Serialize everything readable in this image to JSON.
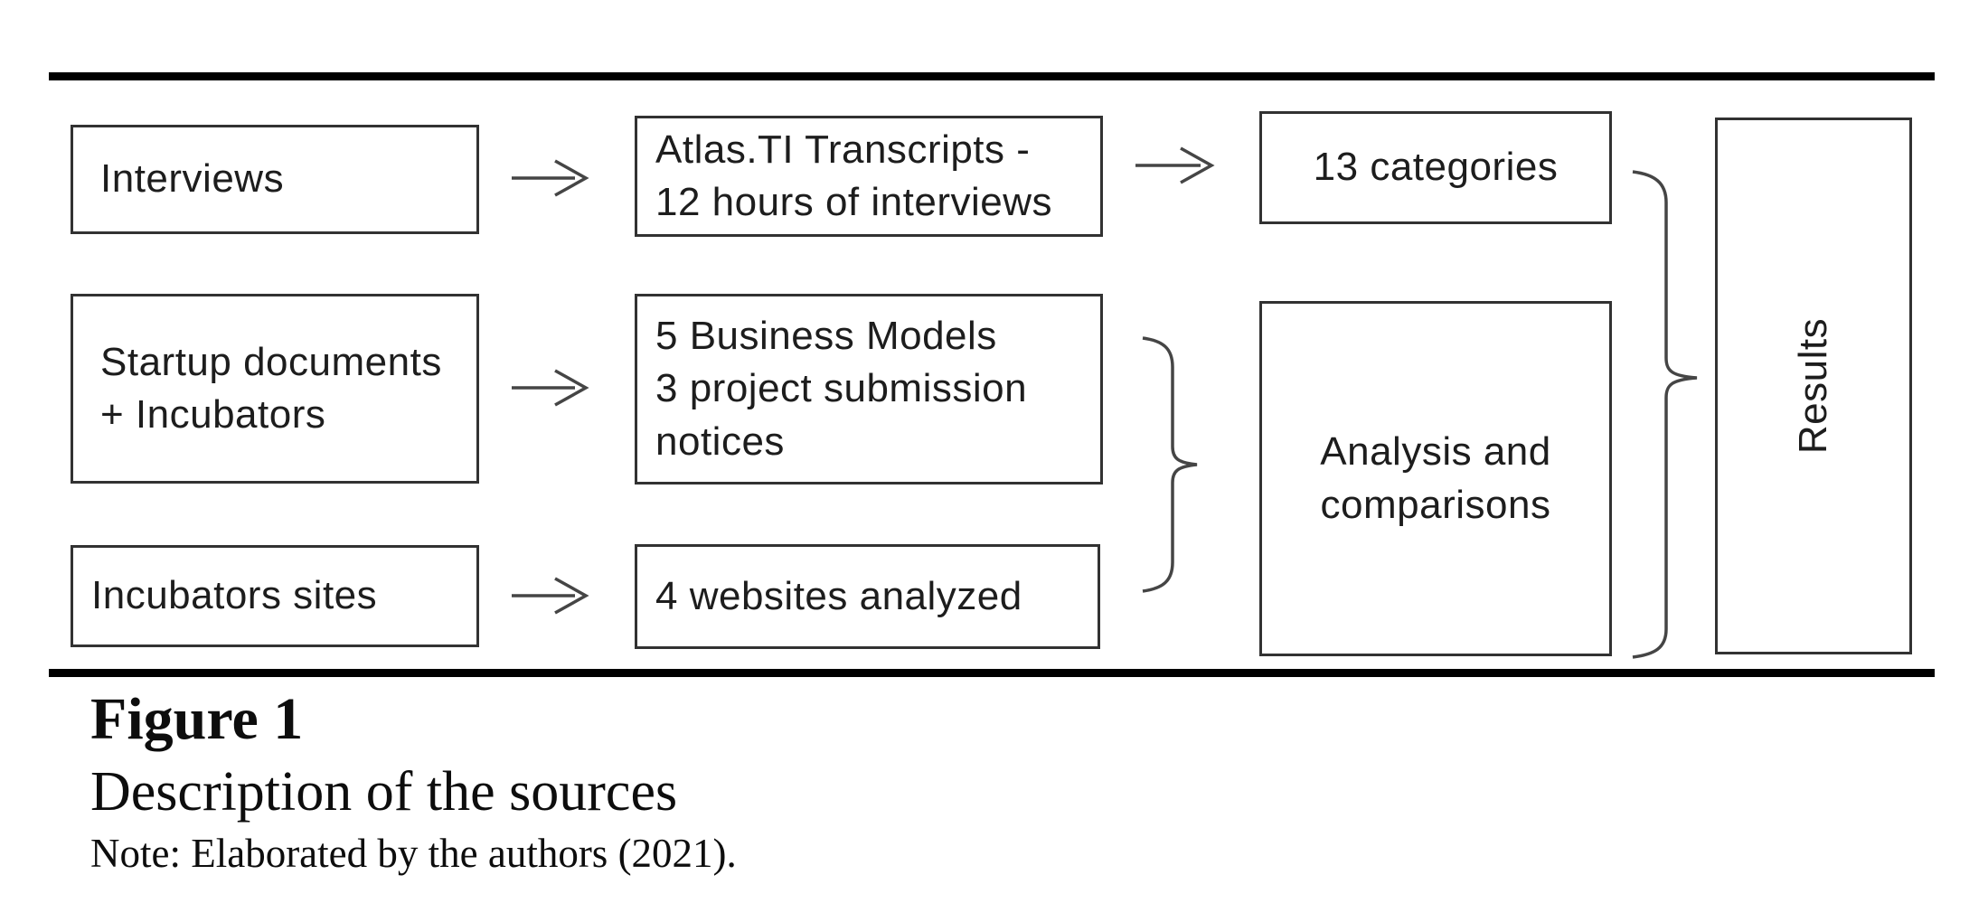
{
  "caption": {
    "label": "Figure 1",
    "title": "Description of the sources",
    "note": "Note: Elaborated by the authors (2021)."
  },
  "boxes": {
    "interviews": {
      "line1": "Interviews"
    },
    "startup": {
      "line1": "Startup documents",
      "line2": "+ Incubators"
    },
    "sites": {
      "line1": "Incubators sites"
    },
    "atlas": {
      "line1": "Atlas.TI Transcripts -",
      "line2": "12 hours of interviews"
    },
    "business": {
      "line1": "5 Business Models",
      "line2": "3 project submission",
      "line3": "notices"
    },
    "websites": {
      "line1": "4 websites analyzed"
    },
    "categories": {
      "line1": "13 categories"
    },
    "analysis": {
      "line1": "Analysis and",
      "line2": "comparisons"
    },
    "results": {
      "line1": "Results"
    }
  },
  "connectors": {
    "arrow_glyph": "→",
    "brace_glyph": "}",
    "color": "#454545"
  },
  "colors": {
    "ink": "#1d1d1d",
    "box_border": "#323232",
    "rule": "#000000",
    "background": "#ffffff"
  }
}
